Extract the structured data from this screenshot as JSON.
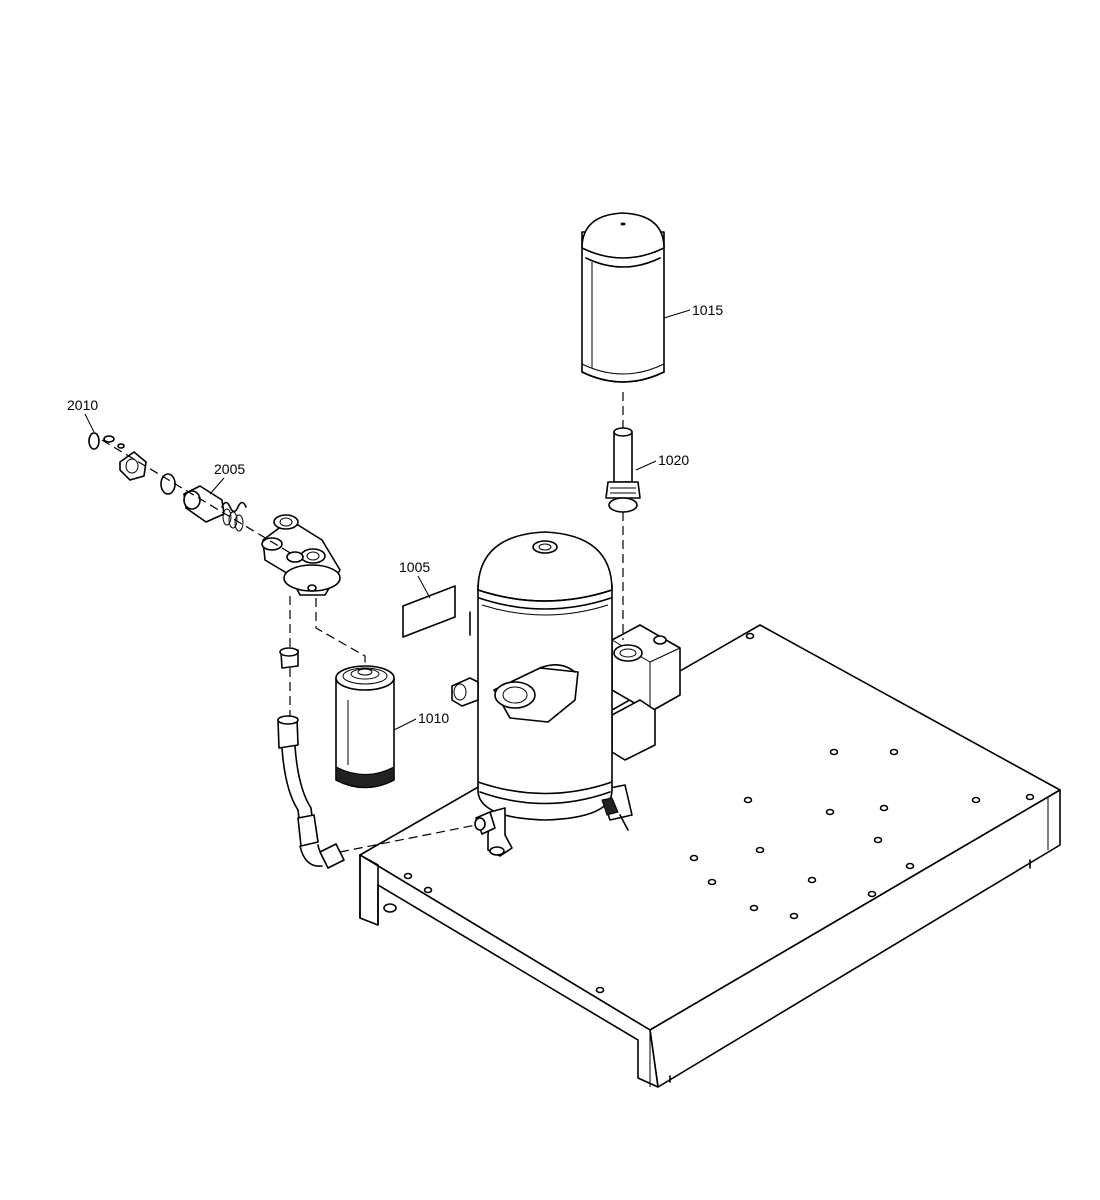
{
  "callouts": {
    "c1005": "1005",
    "c1010": "1010",
    "c1015": "1015",
    "c1020": "1020",
    "c2005": "2005",
    "c2010": "2010"
  }
}
